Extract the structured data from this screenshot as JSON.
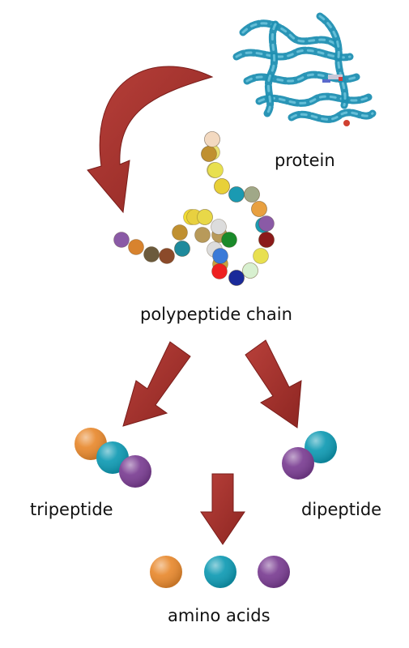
{
  "labels": {
    "protein": "protein",
    "polypeptide_chain": "polypeptide chain",
    "tripeptide": "tripeptide",
    "dipeptide": "dipeptide",
    "amino_acids": "amino acids"
  },
  "colors": {
    "arrow": "#a4312c",
    "protein_ribbon": "#1f8fb2",
    "orange": "#e8892e",
    "teal": "#0f9ab3",
    "purple": "#7a3d92"
  },
  "chain_bead_colors": [
    "#8a5aa6",
    "#d8832e",
    "#6b5a3c",
    "#8b4a2a",
    "#1e8a9c",
    "#c09030",
    "#f1dc35",
    "#e8d040",
    "#b89a5a",
    "#dcdcdc",
    "#c8a040",
    "#e8d848",
    "#e8d038",
    "#e8e050",
    "#b08a40",
    "#1a9ab2",
    "#a0a888",
    "#e8a040",
    "#8a5aa6",
    "#8b1a1a",
    "#e8e070",
    "#d8f0d0",
    "#1a2a9a",
    "#ee2020",
    "#3a7ad8",
    "#1a8a2a",
    "#d8d8d8",
    "#0f9ab3",
    "#e8c830",
    "#f3d9c0"
  ]
}
